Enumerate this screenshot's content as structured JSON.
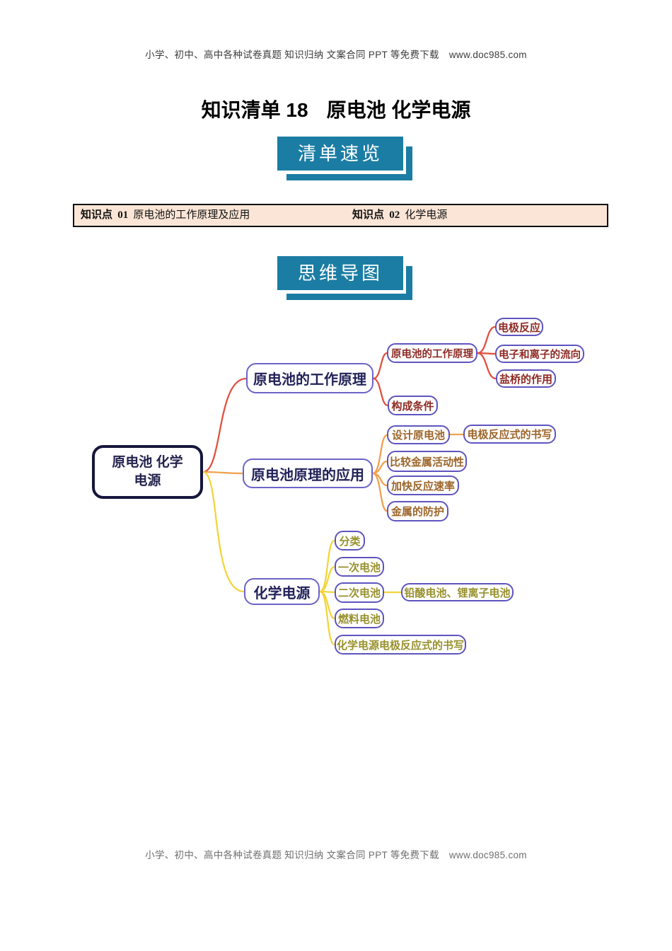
{
  "page": {
    "header_text": "小学、初中、高中各种试卷真题 知识归纳 文案合同 PPT 等免费下载",
    "header_url": "www.doc985.com",
    "footer_text": "小学、初中、高中各种试卷真题 知识归纳 文案合同 PPT 等免费下载",
    "footer_url": "www.doc985.com",
    "title_part1": "知识清单 18",
    "title_part2": "原电池 化学电源"
  },
  "banners": {
    "summary": "清单速览",
    "mindmap": "思维导图"
  },
  "knowledge_points": [
    {
      "tag": "知识点",
      "num": "01",
      "text": "原电池的工作原理及应用"
    },
    {
      "tag": "知识点",
      "num": "02",
      "text": "化学电源"
    }
  ],
  "colors": {
    "banner_teal": "#1b7da4",
    "knowledge_bg": "#fbe5d6",
    "branch1_line": "#e05140",
    "branch2_line": "#f0a14f",
    "branch3_line": "#f2d53c",
    "node_border_purple": "#5e54bf",
    "root_border_navy": "#16163d",
    "branch_text_navy": "#22225a",
    "branch1_text": "#8e2a24",
    "branch2_text": "#9c652a",
    "branch3_text": "#97912d"
  },
  "mindmap": {
    "root": {
      "label": "原电池 化学电源"
    },
    "branches": [
      {
        "label": "原电池的工作原理",
        "children": [
          {
            "label": "原电池的工作原理",
            "children": [
              {
                "label": "电极反应"
              },
              {
                "label": "电子和离子的流向"
              },
              {
                "label": "盐桥的作用"
              }
            ]
          },
          {
            "label": "构成条件"
          }
        ]
      },
      {
        "label": "原电池原理的应用",
        "children": [
          {
            "label": "设计原电池",
            "children": [
              {
                "label": "电极反应式的书写"
              }
            ]
          },
          {
            "label": "比较金属活动性"
          },
          {
            "label": "加快反应速率"
          },
          {
            "label": "金属的防护"
          }
        ]
      },
      {
        "label": "化学电源",
        "children": [
          {
            "label": "分类"
          },
          {
            "label": "一次电池"
          },
          {
            "label": "二次电池",
            "children": [
              {
                "label": "铅酸电池、锂离子电池"
              }
            ]
          },
          {
            "label": "燃料电池"
          },
          {
            "label": "化学电源电极反应式的书写"
          }
        ]
      }
    ]
  }
}
